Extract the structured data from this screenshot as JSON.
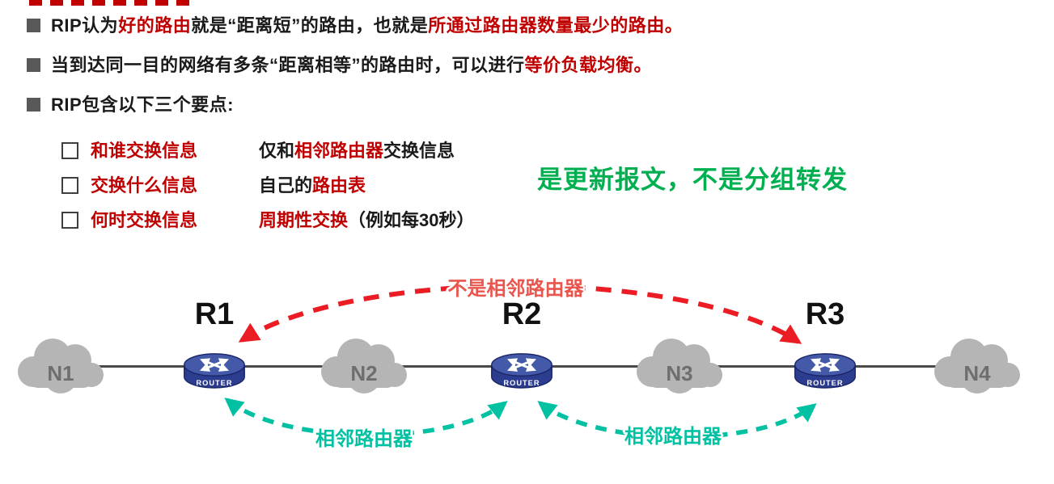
{
  "colors": {
    "text-black": "#1A1A1A",
    "accent-red": "#C00000",
    "marker-gray": "#595959",
    "green": "#00B050",
    "arrow-red": "#EC1C24",
    "label-red": "#E8564E",
    "teal": "#00C1A2",
    "cloud-gray": "#B5B5B5",
    "cloud-text": "#6E6E6E",
    "line-gray": "#4A4A4A",
    "router-blue": "#4559A9",
    "router-dark": "#2C3C8F"
  },
  "bullets": [
    {
      "segments": [
        {
          "text": "RIP认为",
          "color": "black"
        },
        {
          "text": "好的路由",
          "color": "red"
        },
        {
          "text": "就是“距离短”的路由，也就是",
          "color": "black"
        },
        {
          "text": "所通过路由器数量最少的路由。",
          "color": "red"
        }
      ]
    },
    {
      "segments": [
        {
          "text": "当到达同一目的网络有多条“距离相等”的路由时，可以进行",
          "color": "black"
        },
        {
          "text": "等价负载均衡。",
          "color": "red"
        }
      ]
    },
    {
      "segments": [
        {
          "text": "RIP包含以下三个要点:",
          "color": "black"
        }
      ]
    }
  ],
  "points": [
    {
      "label": "和谁交换信息",
      "desc": [
        {
          "text": "仅和",
          "color": "black"
        },
        {
          "text": "相邻路由器",
          "color": "red"
        },
        {
          "text": "交换信息",
          "color": "black"
        }
      ]
    },
    {
      "label": "交换什么信息",
      "desc": [
        {
          "text": "自己的",
          "color": "black"
        },
        {
          "text": "路由表",
          "color": "red"
        }
      ]
    },
    {
      "label": "何时交换信息",
      "desc": [
        {
          "text": "周期性交换",
          "color": "red"
        },
        {
          "text": "（例如每30秒）",
          "color": "black"
        }
      ]
    }
  ],
  "annotation": {
    "text": "是更新报文，不是分组转发"
  },
  "diagram": {
    "clouds": [
      "N1",
      "N2",
      "N3",
      "N4"
    ],
    "routers": [
      {
        "name": "R1",
        "label": "ROUTER"
      },
      {
        "name": "R2",
        "label": "ROUTER"
      },
      {
        "name": "R3",
        "label": "ROUTER"
      }
    ],
    "non_neighbor_label": "不是相邻路由器",
    "neighbor_labels": [
      "相邻路由器",
      "相邻路由器"
    ]
  }
}
